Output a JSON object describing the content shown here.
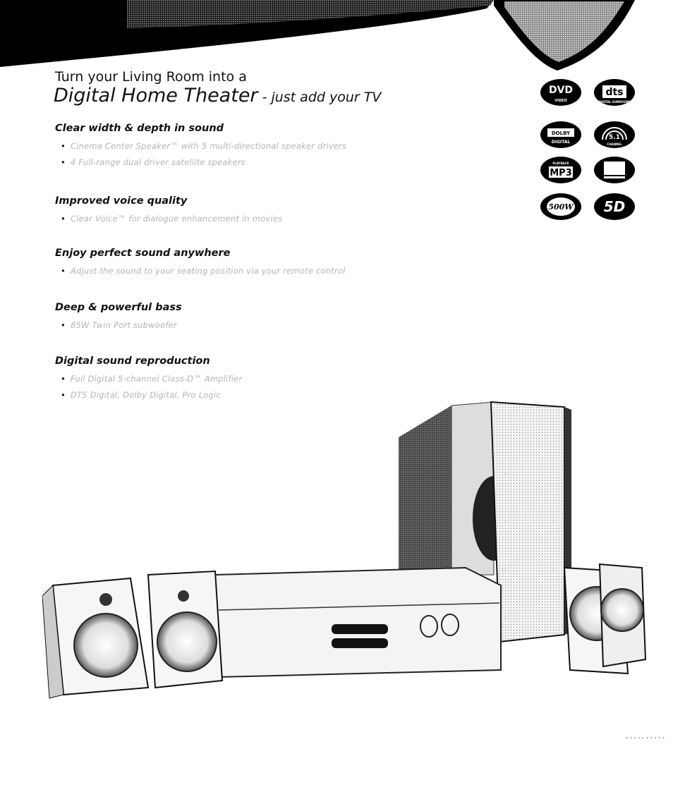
{
  "header": {
    "subtitle": "Turn your Living Room into a",
    "headline": "Digital Home Theater",
    "headline_tail": " - just add your TV"
  },
  "sections": [
    {
      "title": "Clear width & depth in sound",
      "bullets": [
        "Cinema Center Speaker™ with 5 multi-directional speaker drivers",
        "4 Full-range dual driver satellite speakers"
      ]
    },
    {
      "title": "Improved voice quality",
      "bullets": [
        "Clear Voice™ for dialogue enhancement in movies"
      ]
    },
    {
      "title": "Enjoy perfect sound anywhere",
      "bullets": [
        "Adjust the sound to your seating position via your remote control"
      ]
    },
    {
      "title": "Deep & powerful bass",
      "bullets": [
        "85W Twin Port subwoofer"
      ]
    },
    {
      "title": "Digital sound reproduction",
      "bullets": [
        "Full Digital 5-channel Class-D™ Amplifier",
        "DTS Digital, Dolby Digital, Pro Logic"
      ]
    }
  ],
  "logos": [
    {
      "name": "dvd-video-logo",
      "label": "DVD",
      "sub": "VIDEO"
    },
    {
      "name": "dts-digital-logo",
      "label": "dts",
      "sub": "DIGITAL SURROUND"
    },
    {
      "name": "dolby-digital-logo",
      "label": "DOLBY",
      "sub": "DIGITAL"
    },
    {
      "name": "surround-5-1-logo",
      "label": "5.1",
      "sub": "CHANNEL"
    },
    {
      "name": "mp3-logo",
      "label": "MP3",
      "sub": "PLAYBACK"
    },
    {
      "name": "display-logo",
      "label": "",
      "sub": ""
    },
    {
      "name": "500w-logo",
      "label": "500W",
      "sub": ""
    },
    {
      "name": "5-disc-logo",
      "label": "5D",
      "sub": ""
    }
  ],
  "colors": {
    "banner": "#000000",
    "bullet_text": "#b4b4b4",
    "text": "#111111"
  }
}
